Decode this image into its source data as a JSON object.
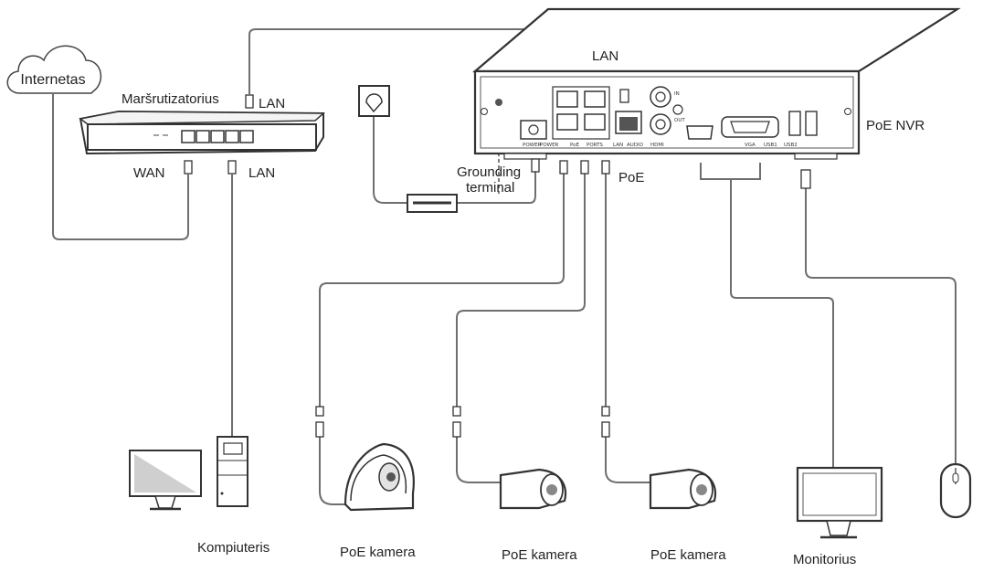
{
  "labels": {
    "internet": "Internetas",
    "router": "Maršrutizatorius",
    "router_wan": "WAN",
    "router_lan_bottom": "LAN",
    "router_lan_top": "LAN",
    "nvr_lan": "LAN",
    "nvr": "PoE NVR",
    "grounding_line1": "Grounding",
    "grounding_line2": "terminal",
    "poe": "PoE",
    "computer": "Kompiuteris",
    "camera1": "PoE kamera",
    "camera2": "PoE kamera",
    "camera3": "PoE kamera",
    "monitor": "Monitorius"
  },
  "nvr_ports": {
    "power": "POWER",
    "power2": "POWER",
    "poe": "PoE",
    "ports": "PORTS",
    "lan": "LAN",
    "audio": "AUDIO",
    "hdmi": "HDMI",
    "vga": "VGA",
    "usb1": "USB1",
    "usb2": "USB2",
    "in": "IN",
    "out": "OUT"
  },
  "colors": {
    "line": "#6e6e6e",
    "outline": "#333333",
    "screen_shade": "#cfcfcf"
  }
}
